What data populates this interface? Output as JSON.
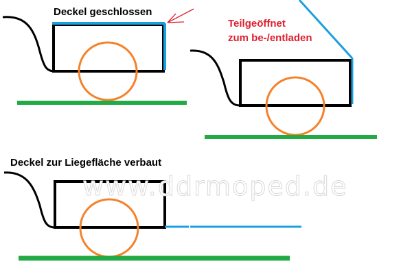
{
  "labels": {
    "closed": "Deckel geschlossen",
    "partly_open_line1": "Teilgeöffnet",
    "partly_open_line2": "zum be-/entladen",
    "bed": "Deckel zur Liegefläche verbaut"
  },
  "watermark": "www.ddrmoped.de",
  "colors": {
    "frame": "#000000",
    "lid": "#1aa0e0",
    "wheel": "#f5822a",
    "ground": "#22aa44",
    "arrow": "#e02030",
    "red_text": "#e02030"
  }
}
